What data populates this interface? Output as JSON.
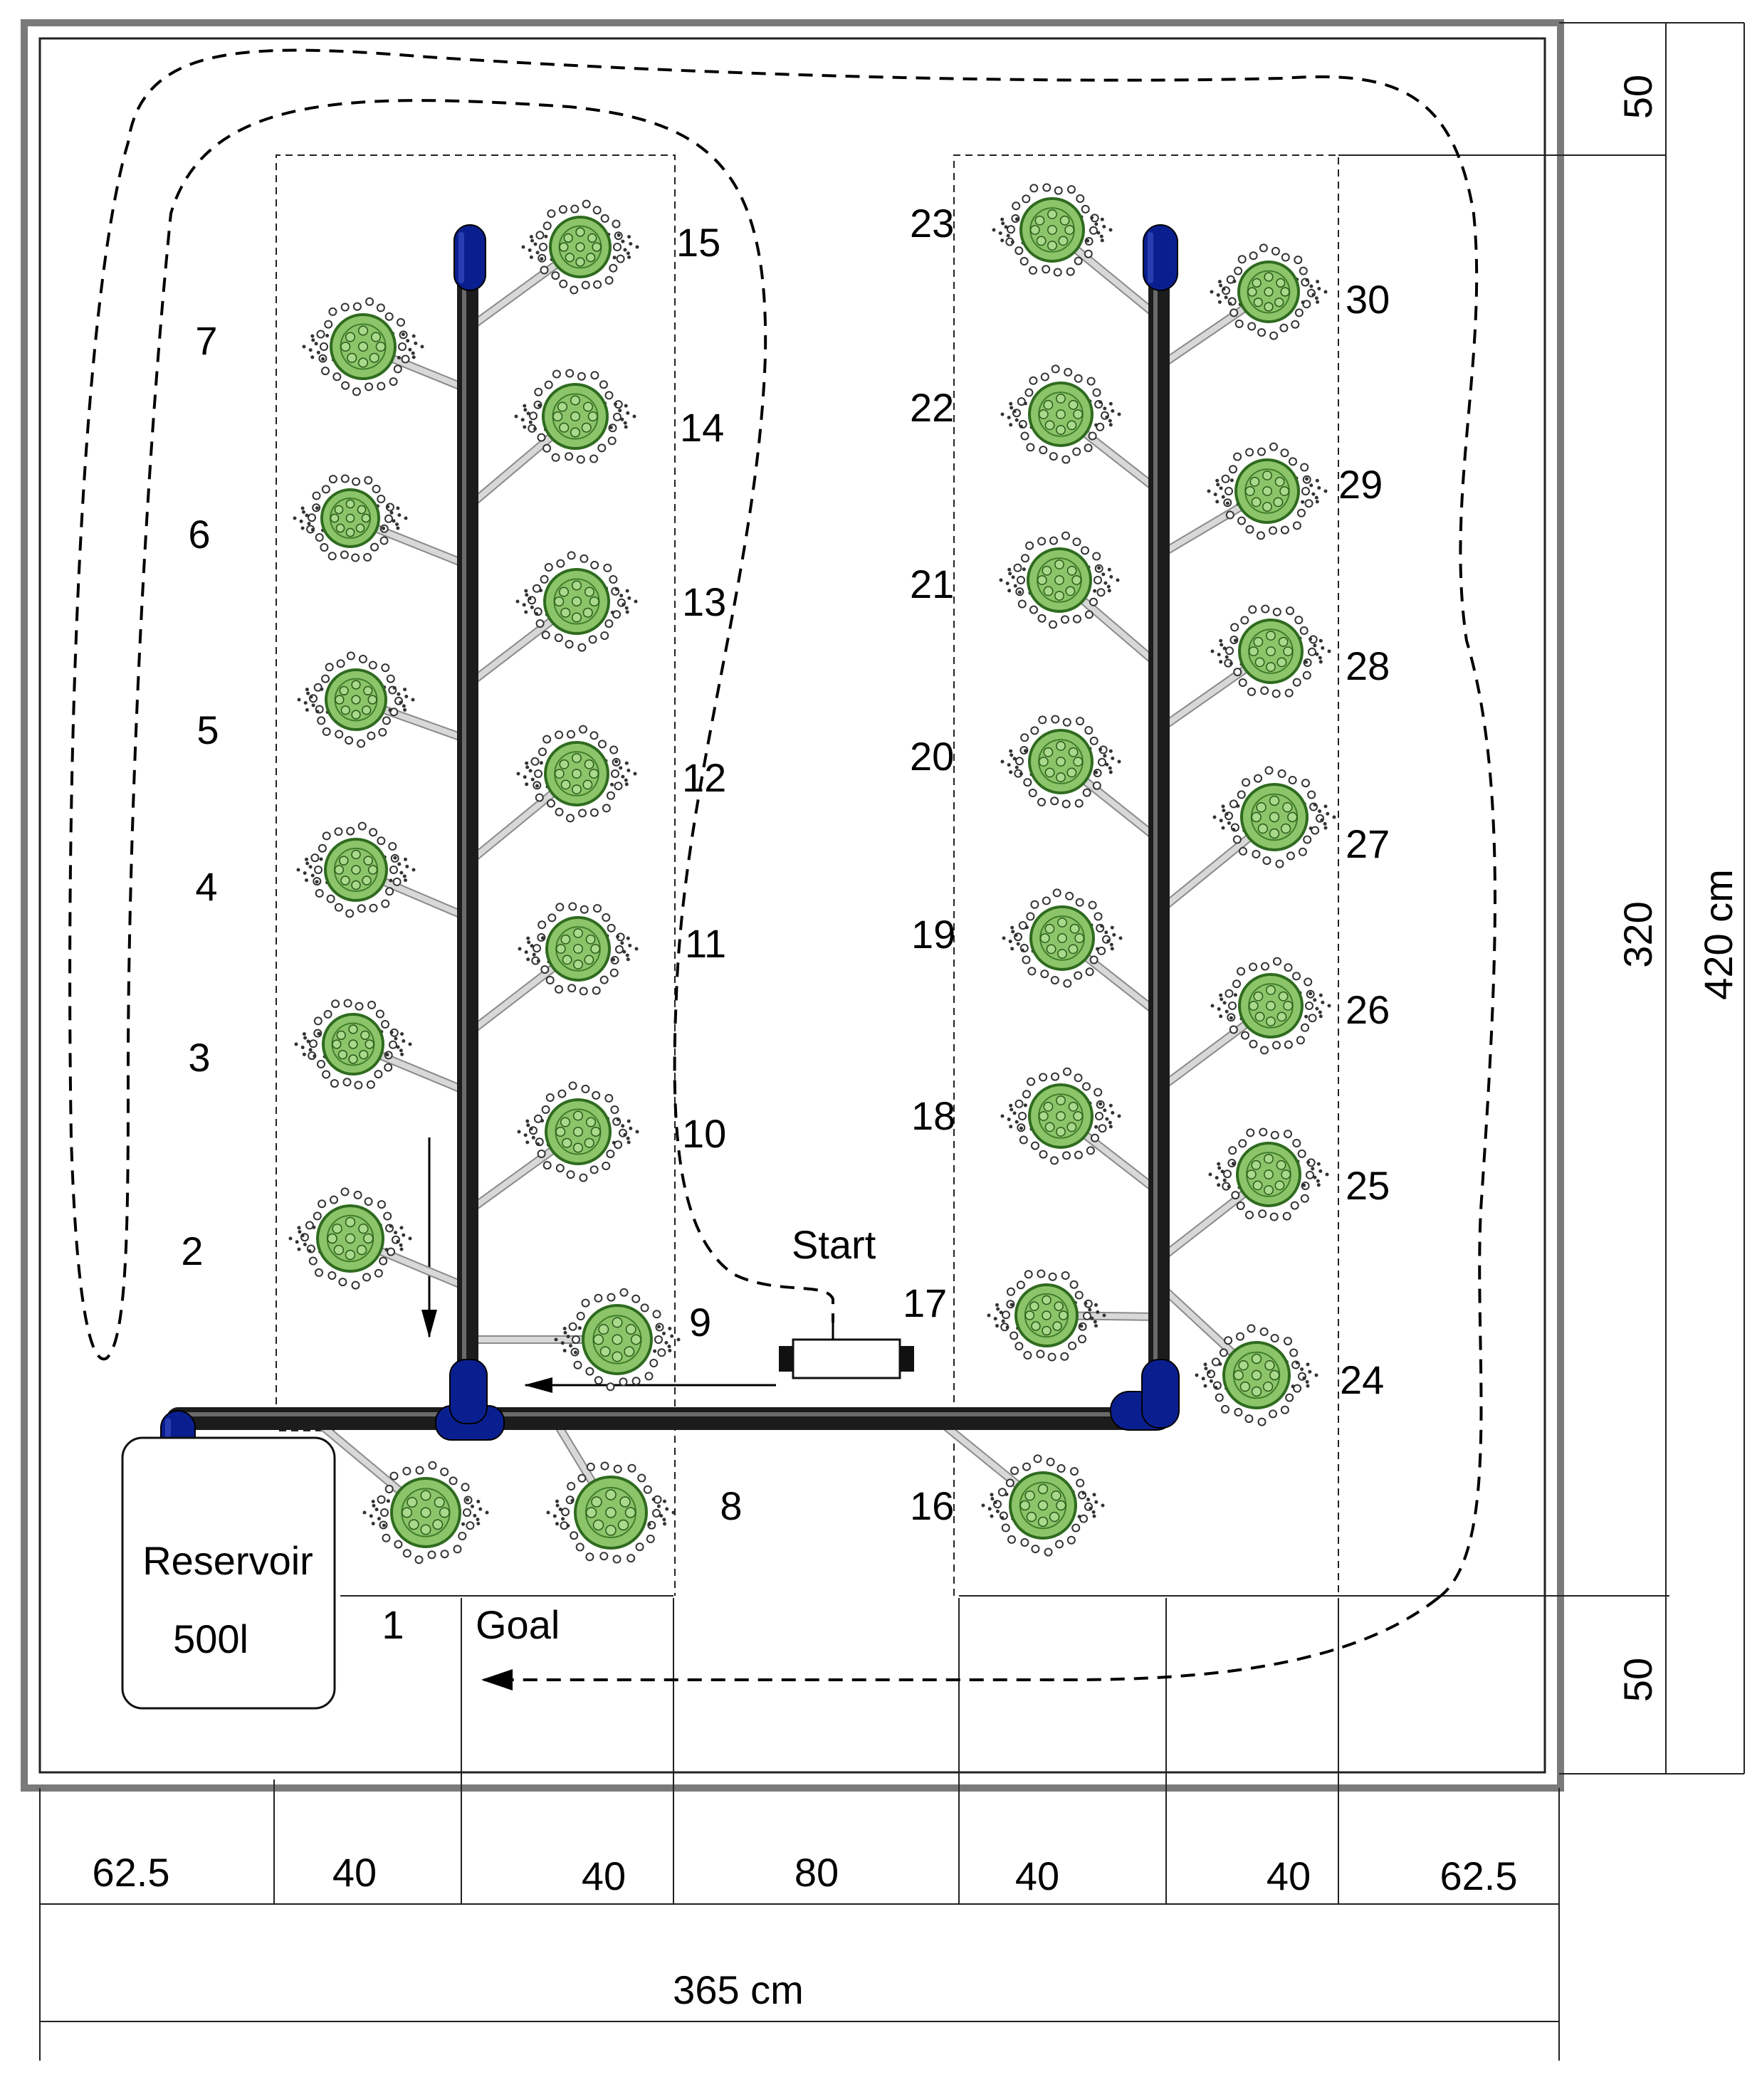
{
  "colors": {
    "pipe": "#2f2f2f",
    "plant_fill": "#8cc46a",
    "plant_stroke": "#2f6b1f",
    "cap": "#0a1f8f",
    "emitter_tube": "#d8d8d8",
    "dashed_route": "#000000"
  },
  "plants": {
    "left_column_outer": [
      "7",
      "6",
      "5",
      "4",
      "3",
      "2"
    ],
    "left_column_inner": [
      "15",
      "14",
      "13",
      "12",
      "11",
      "10",
      "9"
    ],
    "right_column_left": [
      "23",
      "22",
      "21",
      "20",
      "19",
      "18",
      "17"
    ],
    "right_column_right": [
      "30",
      "29",
      "28",
      "27",
      "26",
      "25",
      "24"
    ],
    "bottom_row": [
      "1",
      "8",
      "16"
    ]
  },
  "labels": {
    "start": "Start",
    "goal": "Goal",
    "reservoir_name": "Reservoir",
    "reservoir_volume": "500l"
  },
  "dimensions": {
    "bottom_segments": [
      "62.5",
      "40",
      "40",
      "80",
      "40",
      "40",
      "62.5"
    ],
    "bottom_total": "365 cm",
    "right_segments": [
      "50",
      "320",
      "50"
    ],
    "right_total": "420 cm"
  },
  "icons": {
    "plant": "plant-icon",
    "sensor": "sensor-box-icon",
    "cap": "pipe-cap-icon",
    "arrow": "direction-arrow-icon"
  }
}
